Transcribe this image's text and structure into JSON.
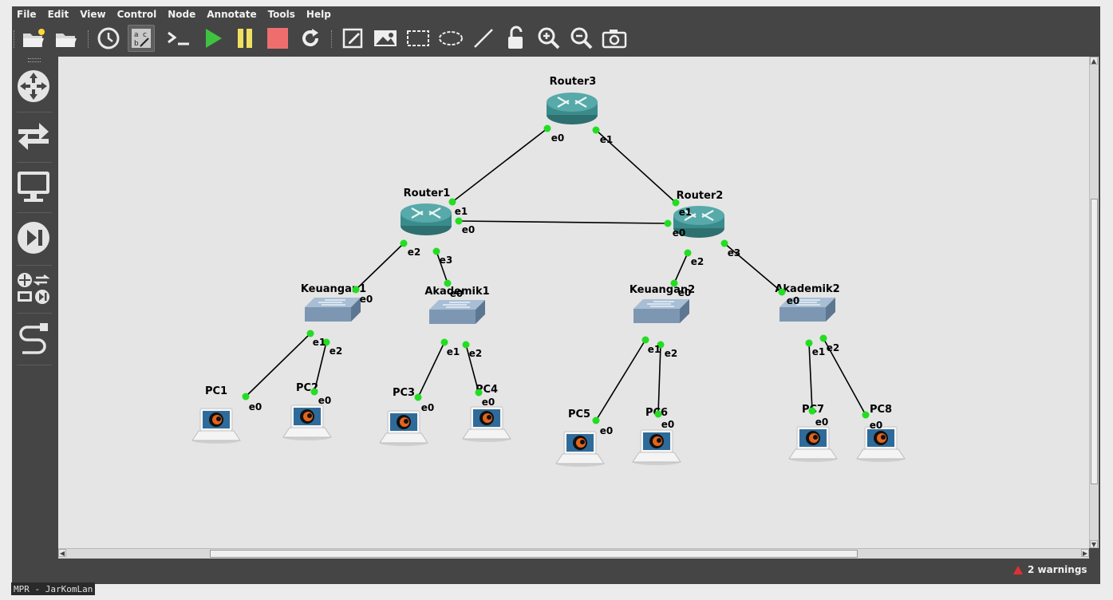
{
  "menu": [
    "File",
    "Edit",
    "View",
    "Control",
    "Node",
    "Annotate",
    "Tools",
    "Help"
  ],
  "toolbar": {
    "icons": [
      "open-project-icon",
      "open-folder-icon",
      "snapshot-history-icon",
      "show-interface-labels-icon",
      "console-icon",
      "start-all-icon",
      "suspend-all-icon",
      "stop-all-icon",
      "reload-all-icon",
      "add-note-icon",
      "insert-picture-icon",
      "draw-rectangle-icon",
      "draw-ellipse-icon",
      "draw-line-icon",
      "lock-icon",
      "zoom-in-icon",
      "zoom-out-icon",
      "screenshot-icon"
    ]
  },
  "dock": [
    "routers-icon",
    "switches-icon",
    "end-devices-icon",
    "security-devices-icon",
    "all-devices-icon",
    "add-link-icon"
  ],
  "topology": {
    "nodes": {
      "router3": {
        "label": "Router3",
        "type": "router"
      },
      "router1": {
        "label": "Router1",
        "type": "router"
      },
      "router2": {
        "label": "Router2",
        "type": "router"
      },
      "keuangan1": {
        "label": "Keuangan1",
        "type": "switch"
      },
      "akademik1": {
        "label": "Akademik1",
        "type": "switch"
      },
      "keuangan2": {
        "label": "Keuangan2",
        "type": "switch"
      },
      "akademik2": {
        "label": "Akademik2",
        "type": "switch"
      },
      "pc1": {
        "label": "PC1",
        "type": "pc"
      },
      "pc2": {
        "label": "PC2",
        "type": "pc"
      },
      "pc3": {
        "label": "PC3",
        "type": "pc"
      },
      "pc4": {
        "label": "PC4",
        "type": "pc"
      },
      "pc5": {
        "label": "PC5",
        "type": "pc"
      },
      "pc6": {
        "label": "PC6",
        "type": "pc"
      },
      "pc7": {
        "label": "PC7",
        "type": "pc"
      },
      "pc8": {
        "label": "PC8",
        "type": "pc"
      }
    },
    "links": [
      {
        "a": "router3",
        "a_port": "e0",
        "b": "router1",
        "b_port": "e1"
      },
      {
        "a": "router3",
        "a_port": "e1",
        "b": "router2",
        "b_port": "e1"
      },
      {
        "a": "router1",
        "a_port": "e0",
        "b": "router2",
        "b_port": "e0"
      },
      {
        "a": "router1",
        "a_port": "e2",
        "b": "keuangan1",
        "b_port": "e0"
      },
      {
        "a": "router1",
        "a_port": "e3",
        "b": "akademik1",
        "b_port": "e0"
      },
      {
        "a": "router2",
        "a_port": "e2",
        "b": "keuangan2",
        "b_port": "e0"
      },
      {
        "a": "router2",
        "a_port": "e3",
        "b": "akademik2",
        "b_port": "e0"
      },
      {
        "a": "keuangan1",
        "a_port": "e1",
        "b": "pc1",
        "b_port": "e0"
      },
      {
        "a": "keuangan1",
        "a_port": "e2",
        "b": "pc2",
        "b_port": "e0"
      },
      {
        "a": "akademik1",
        "a_port": "e1",
        "b": "pc3",
        "b_port": "e0"
      },
      {
        "a": "akademik1",
        "a_port": "e2",
        "b": "pc4",
        "b_port": "e0"
      },
      {
        "a": "keuangan2",
        "a_port": "e1",
        "b": "pc5",
        "b_port": "e0"
      },
      {
        "a": "keuangan2",
        "a_port": "e2",
        "b": "pc6",
        "b_port": "e0"
      },
      {
        "a": "akademik2",
        "a_port": "e1",
        "b": "pc7",
        "b_port": "e0"
      },
      {
        "a": "akademik2",
        "a_port": "e2",
        "b": "pc8",
        "b_port": "e0"
      }
    ]
  },
  "status": {
    "warnings": "2 warnings"
  },
  "taskbar": {
    "title": "MPR - JarKomLan"
  },
  "colors": {
    "link_dot": "#22dd22",
    "router": "#3a8c8c",
    "switch": "#7d97b3",
    "canvas": "#e5e5e5",
    "chrome": "#454545"
  }
}
